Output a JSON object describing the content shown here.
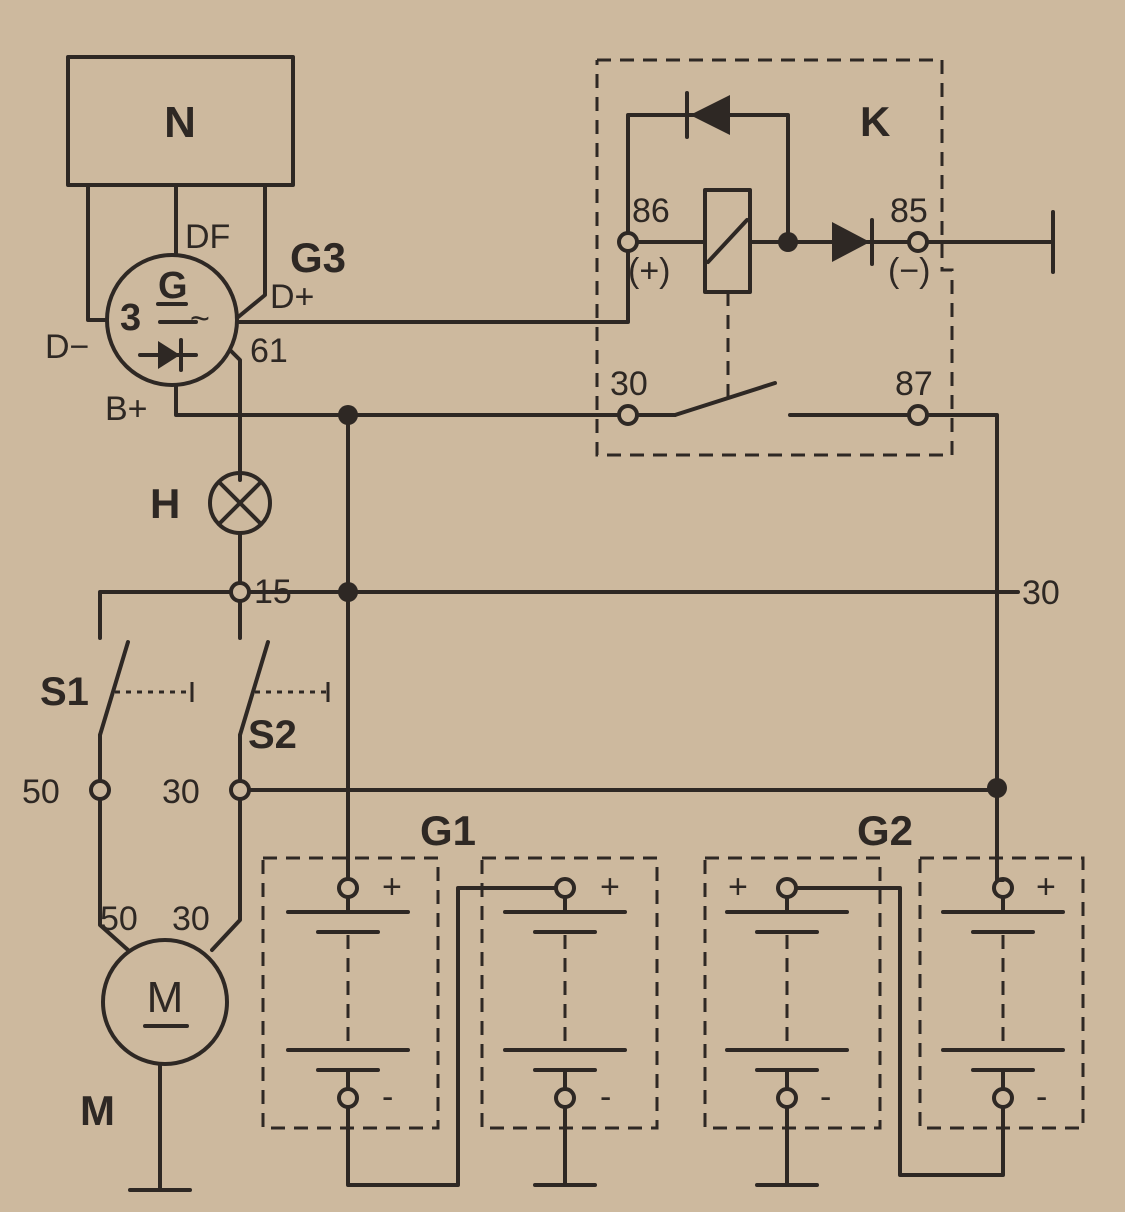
{
  "components": {
    "N": "N",
    "G3": "G3",
    "K": "K",
    "H": "H",
    "S1": "S1",
    "S2": "S2",
    "G1": "G1",
    "G2": "G2",
    "M": "M"
  },
  "generator": {
    "symbol": "G",
    "phases": "3",
    "ac": "~",
    "terminals": {
      "DF": "DF",
      "D_plus": "D+",
      "D_minus": "D−",
      "B_plus": "B+",
      "t61": "61"
    }
  },
  "relay": {
    "terminals": {
      "t86": "86",
      "t85": "85",
      "t30": "30",
      "t87": "87"
    },
    "polarity_plus": "(+)",
    "polarity_minus": "(−)"
  },
  "terminals": {
    "t15": "15",
    "t30_right": "30",
    "t50": "50",
    "t30_switch": "30"
  },
  "motor": {
    "symbol": "M",
    "t50": "50",
    "t30": "30"
  },
  "battery": {
    "plus": "+",
    "minus": "-"
  }
}
